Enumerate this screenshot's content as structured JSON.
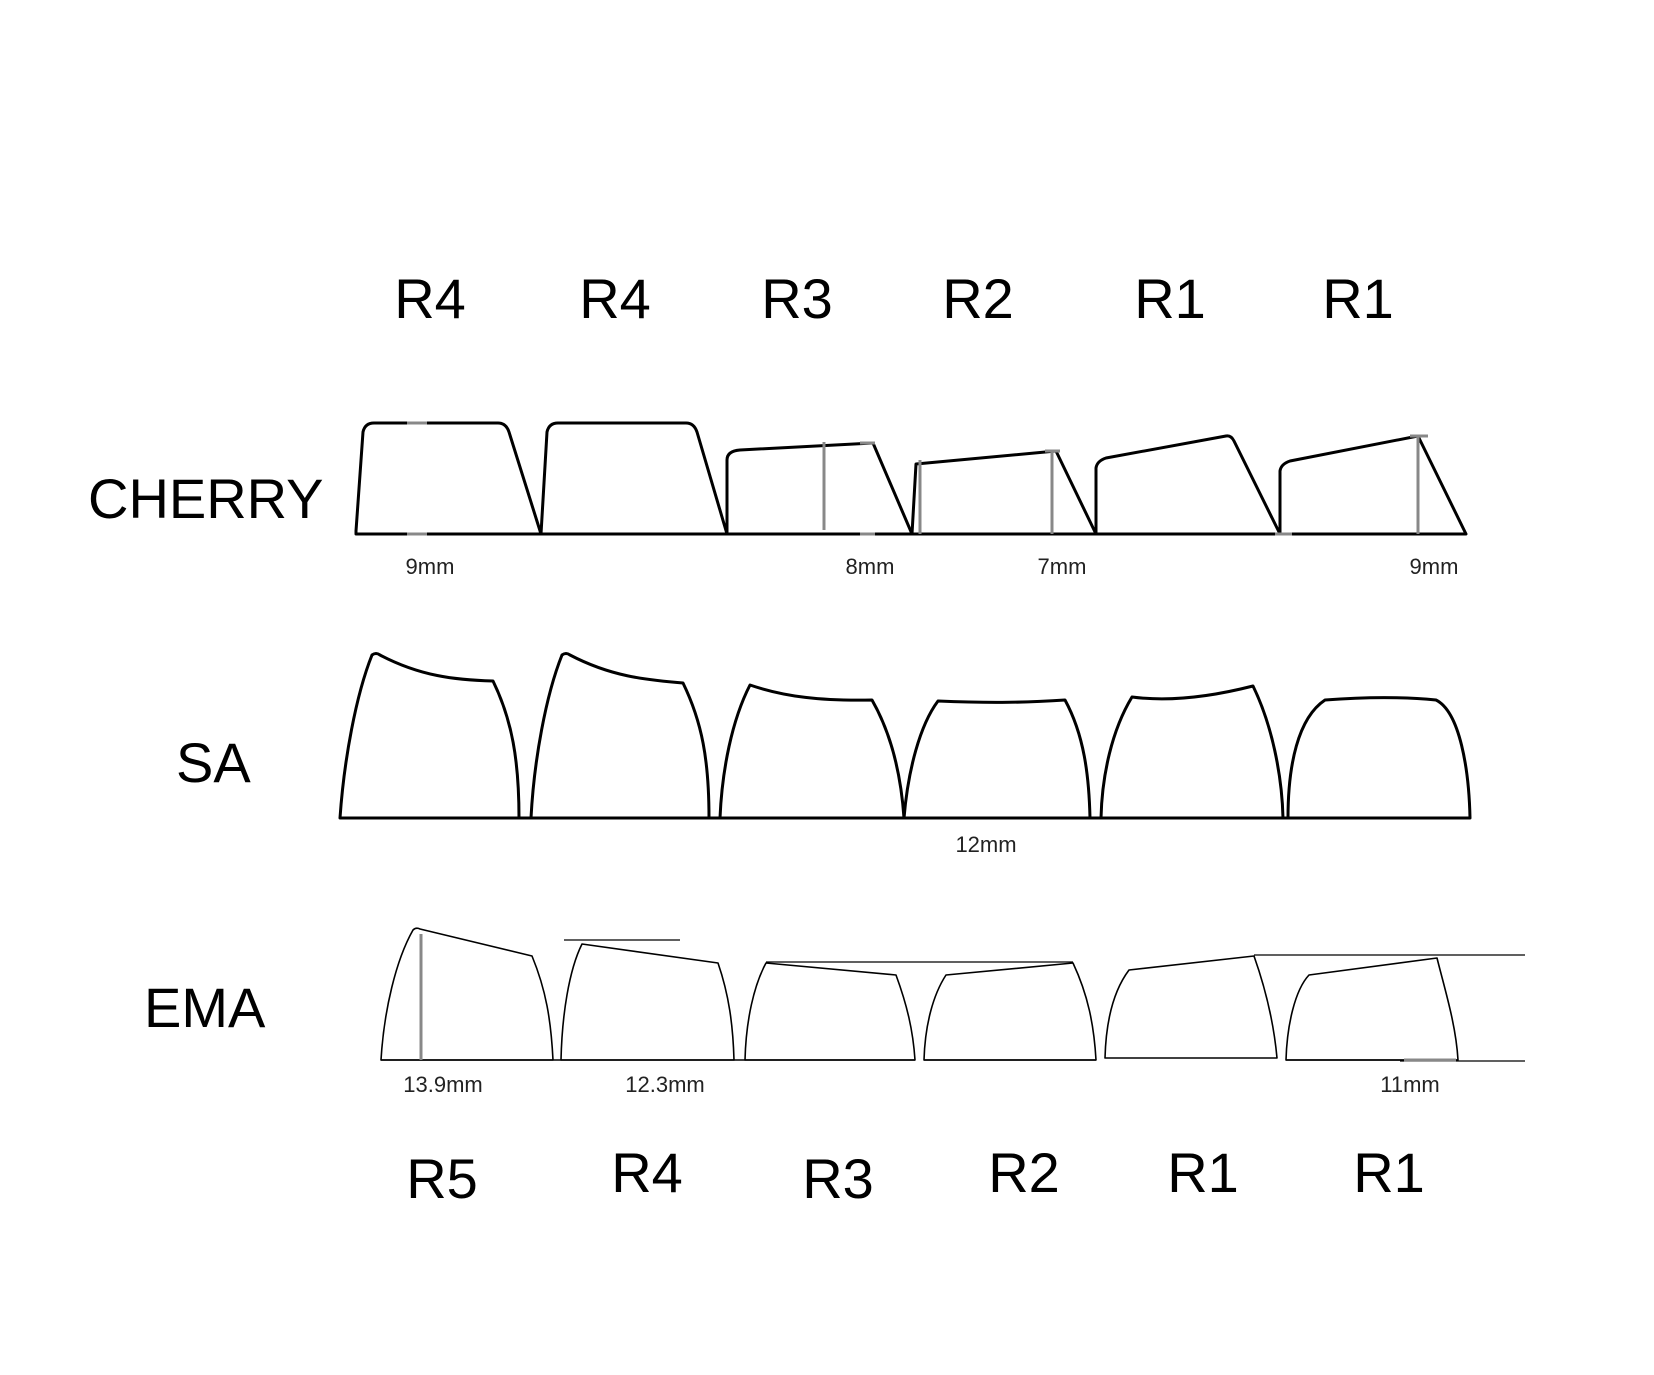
{
  "top_row_labels": [
    "R4",
    "R4",
    "R3",
    "R2",
    "R1",
    "R1"
  ],
  "bottom_row_labels": [
    "R5",
    "R4",
    "R3",
    "R2",
    "R1",
    "R1"
  ],
  "profiles": {
    "cherry": {
      "label": "CHERRY",
      "dimensions": [
        "9mm",
        "8mm",
        "7mm",
        "9mm"
      ]
    },
    "sa": {
      "label": "SA",
      "dimensions": [
        "12mm"
      ]
    },
    "ema": {
      "label": "EMA",
      "dimensions": [
        "13.9mm",
        "12.3mm",
        "11mm"
      ]
    }
  }
}
